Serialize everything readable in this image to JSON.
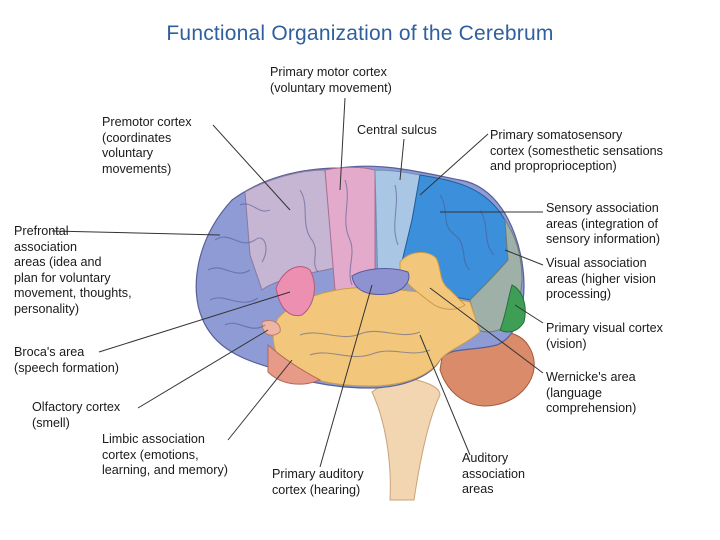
{
  "title": "Functional Organization of the Cerebrum",
  "labels": {
    "primary_motor": [
      "Primary motor cortex",
      "(voluntary movement)"
    ],
    "central_sulcus": [
      "Central sulcus"
    ],
    "somatosensory": [
      "Primary somatosensory",
      "cortex (somesthetic sensations",
      "and proproprioception)"
    ],
    "premotor": [
      "Premotor cortex",
      "(coordinates",
      "voluntary",
      "movements)"
    ],
    "prefrontal": [
      "Prefrontal",
      "association",
      "areas (idea and",
      "plan for voluntary",
      "movement, thoughts,",
      "personality)"
    ],
    "sensory_assoc": [
      "Sensory association",
      "areas (integration of",
      "sensory information)"
    ],
    "visual_assoc": [
      "Visual association",
      "areas (higher vision",
      "processing)"
    ],
    "primary_visual": [
      "Primary visual cortex",
      "(vision)"
    ],
    "broca": [
      "Broca's area",
      "(speech formation)"
    ],
    "wernicke": [
      "Wernicke's area",
      "(language",
      "comprehension)"
    ],
    "olfactory": [
      "Olfactory cortex",
      "(smell)"
    ],
    "limbic": [
      "Limbic association",
      "cortex (emotions,",
      "learning, and memory)"
    ],
    "auditory": [
      "Primary auditory",
      "cortex (hearing)"
    ],
    "auditory_assoc": [
      "Auditory",
      "association",
      "areas"
    ]
  }
}
